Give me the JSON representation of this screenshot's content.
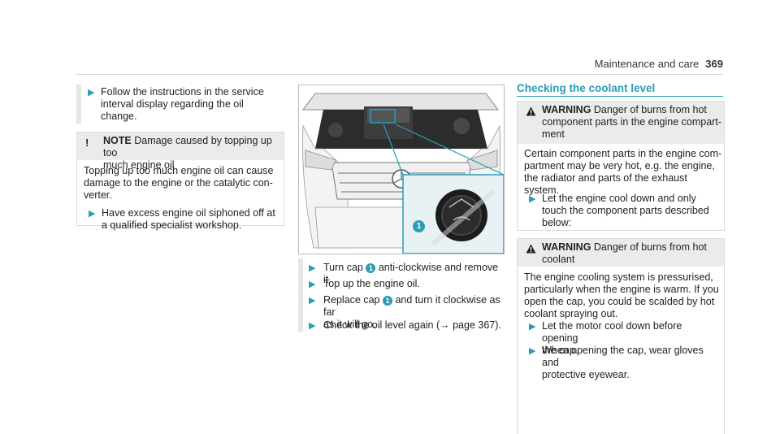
{
  "header": {
    "section": "Maintenance and care",
    "page": "369"
  },
  "col1": {
    "step1": "Follow the instructions in the service interval display regarding the oil change.",
    "step1_lines": [
      "Follow the instructions in the service",
      "interval display regarding the oil",
      "change."
    ],
    "note": {
      "label": "NOTE",
      "title_lines": [
        "Damage caused by topping up too",
        "much engine oil"
      ],
      "body_lines": [
        "Topping up too much engine oil can cause",
        "damage to the engine or the catalytic con-",
        "verter."
      ],
      "action_lines": [
        "Have excess engine oil siphoned off at",
        "a qualified specialist workshop."
      ]
    }
  },
  "col2": {
    "callout": "1",
    "steps": [
      {
        "before": "Turn cap",
        "after": "anti-clockwise and remove it."
      },
      {
        "text": "Top up the engine oil."
      },
      {
        "before": "Replace cap",
        "after": "and turn it clockwise as far",
        "line2": "as it will go."
      },
      {
        "text": "Check the oil level again (→ page 367)."
      }
    ]
  },
  "col3": {
    "title": "Checking the coolant level",
    "warning1": {
      "label": "WARNING",
      "title_lines": [
        "Danger of burns from hot",
        "component parts in the engine compart-",
        "ment"
      ],
      "body_lines": [
        "Certain component parts in the engine com-",
        "partment may be very hot, e.g. the engine,",
        "the radiator and parts of the exhaust system."
      ],
      "action_lines": [
        "Let the engine cool down and only",
        "touch the component parts described",
        "below:"
      ]
    },
    "warning2": {
      "label": "WARNING",
      "title_lines": [
        "Danger of burns from hot",
        "coolant"
      ],
      "body_lines": [
        "The engine cooling system is pressurised,",
        "particularly when the engine is warm. If you",
        "open the cap, you could be scalded by hot",
        "coolant spraying out."
      ],
      "actions": [
        [
          "Let the motor cool down before opening",
          "the cap."
        ],
        [
          "When opening the cap, wear gloves and",
          "protective eyewear."
        ]
      ]
    }
  },
  "colors": {
    "accent": "#2a9db5",
    "boxhead": "#eaecec"
  }
}
